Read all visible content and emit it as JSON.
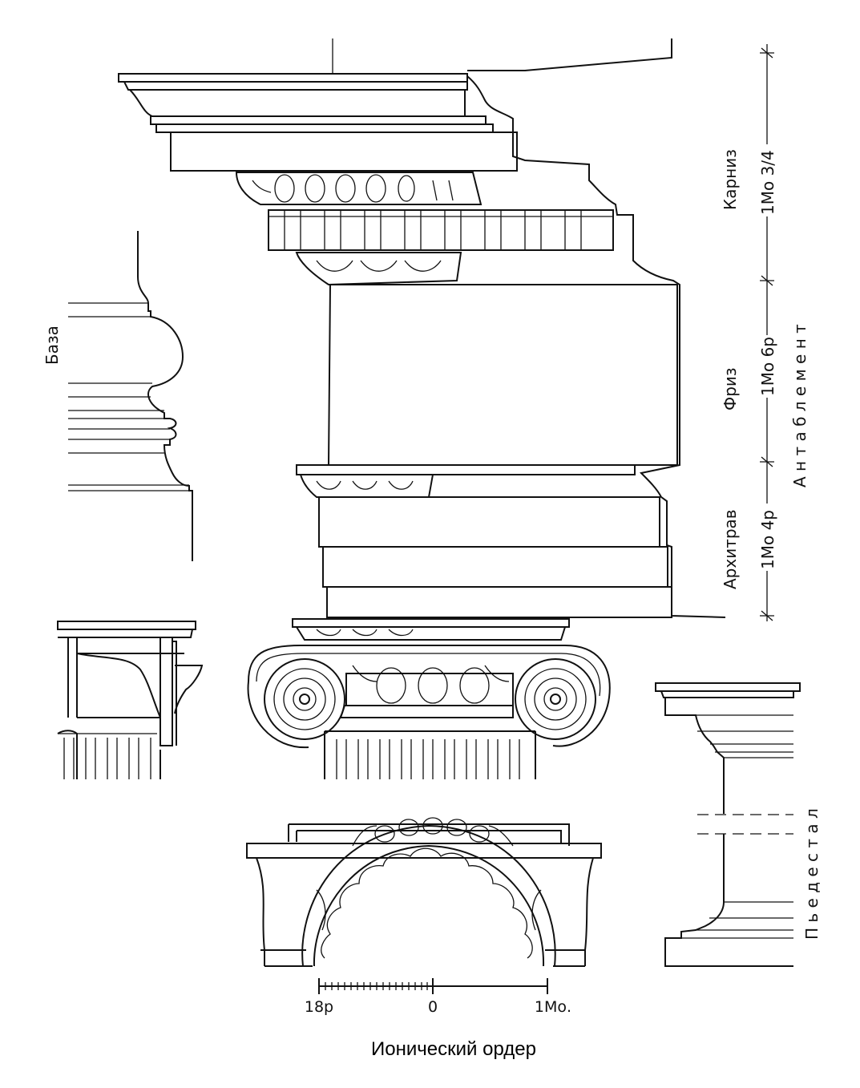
{
  "caption": "Ионический ордер",
  "labels": {
    "baza": "База",
    "karniz": "Карниз",
    "friz": "Фриз",
    "arhitrav": "Архитрав",
    "antablement": "А н т а б л е м е н т",
    "pedestal": "П ь е д е с т а л"
  },
  "dimensions": {
    "karniz": "1Мо 3/4",
    "friz": "1Мо 6р",
    "arhitrav": "1Мо 4р"
  },
  "scale": {
    "left": "18р",
    "middle": "0",
    "right": "1Мо."
  }
}
